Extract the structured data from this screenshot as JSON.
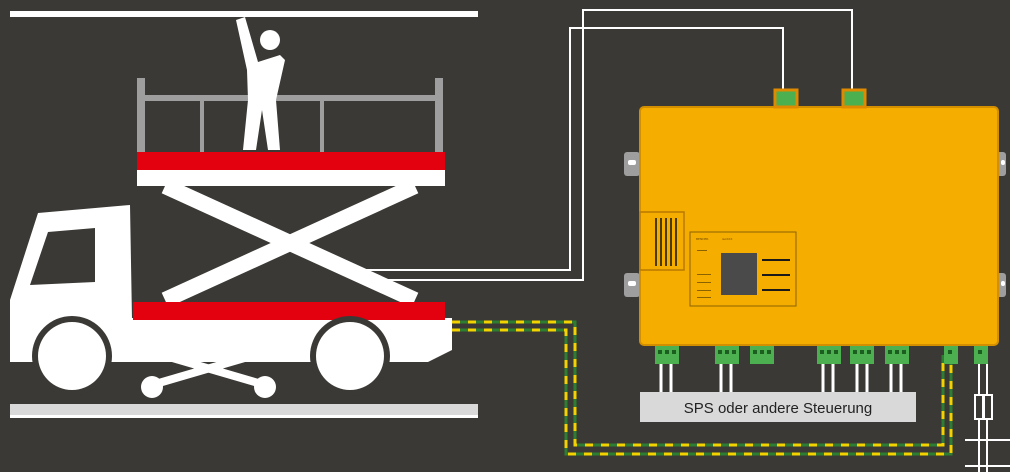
{
  "labels": {
    "plc_box": "SPS oder andere Steuerung"
  },
  "device_panel": {
    "brand": "BENDER",
    "model": "isoXXX"
  },
  "colors": {
    "background": "#3a3935",
    "device": "#f5ad00",
    "platform_red": "#e3000f",
    "white": "#ffffff",
    "earth_green": "#2e7d32",
    "earth_yellow": "#f2d200",
    "terminal_green": "#4caf50",
    "label_box": "#d9d9d9"
  },
  "icons": {
    "vehicle": "truck-with-scissor-lift-icon",
    "worker": "worker-icon"
  }
}
